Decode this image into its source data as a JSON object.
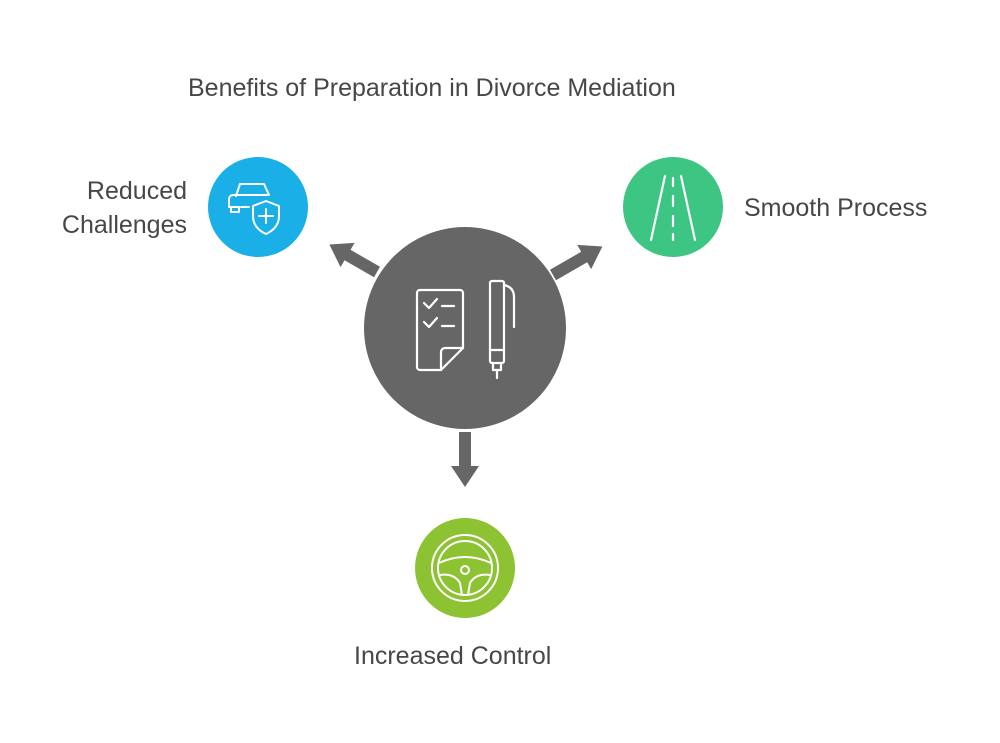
{
  "title": "Benefits of Preparation in Divorce Mediation",
  "center": {
    "icon": "checklist-pen-icon",
    "color": "#666666"
  },
  "nodes": [
    {
      "label_lines": [
        "Reduced",
        "Challenges"
      ],
      "icon": "car-shield-icon",
      "color": "#1aafe6"
    },
    {
      "label": "Smooth Process",
      "icon": "road-icon",
      "color": "#3cc583"
    },
    {
      "label": "Increased Control",
      "icon": "steering-wheel-icon",
      "color": "#8dc232"
    }
  ]
}
